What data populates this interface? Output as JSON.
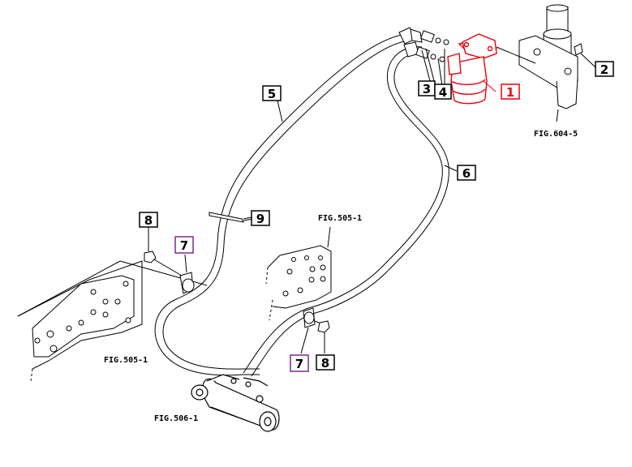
{
  "callouts": {
    "c1": {
      "label": "1",
      "color": "#e8000b"
    },
    "c2": {
      "label": "2",
      "color": "#000000"
    },
    "c3": {
      "label": "3",
      "color": "#000000"
    },
    "c4": {
      "label": "4",
      "color": "#000000"
    },
    "c5": {
      "label": "5",
      "color": "#000000"
    },
    "c6": {
      "label": "6",
      "color": "#000000"
    },
    "c7a": {
      "label": "7",
      "color": "#7a2c8c"
    },
    "c7b": {
      "label": "7",
      "color": "#7a2c8c"
    },
    "c8a": {
      "label": "8",
      "color": "#000000"
    },
    "c8b": {
      "label": "8",
      "color": "#000000"
    },
    "c9": {
      "label": "9",
      "color": "#000000"
    }
  },
  "figure_refs": {
    "fig_604_5": "FIG.604-5",
    "fig_505_1_right": "FIG.505-1",
    "fig_505_1_left": "FIG.505-1",
    "fig_506_1": "FIG.506-1"
  },
  "colors": {
    "line": "#000000",
    "highlight": "#e8000b",
    "purple_box": "#7a2c8c"
  }
}
